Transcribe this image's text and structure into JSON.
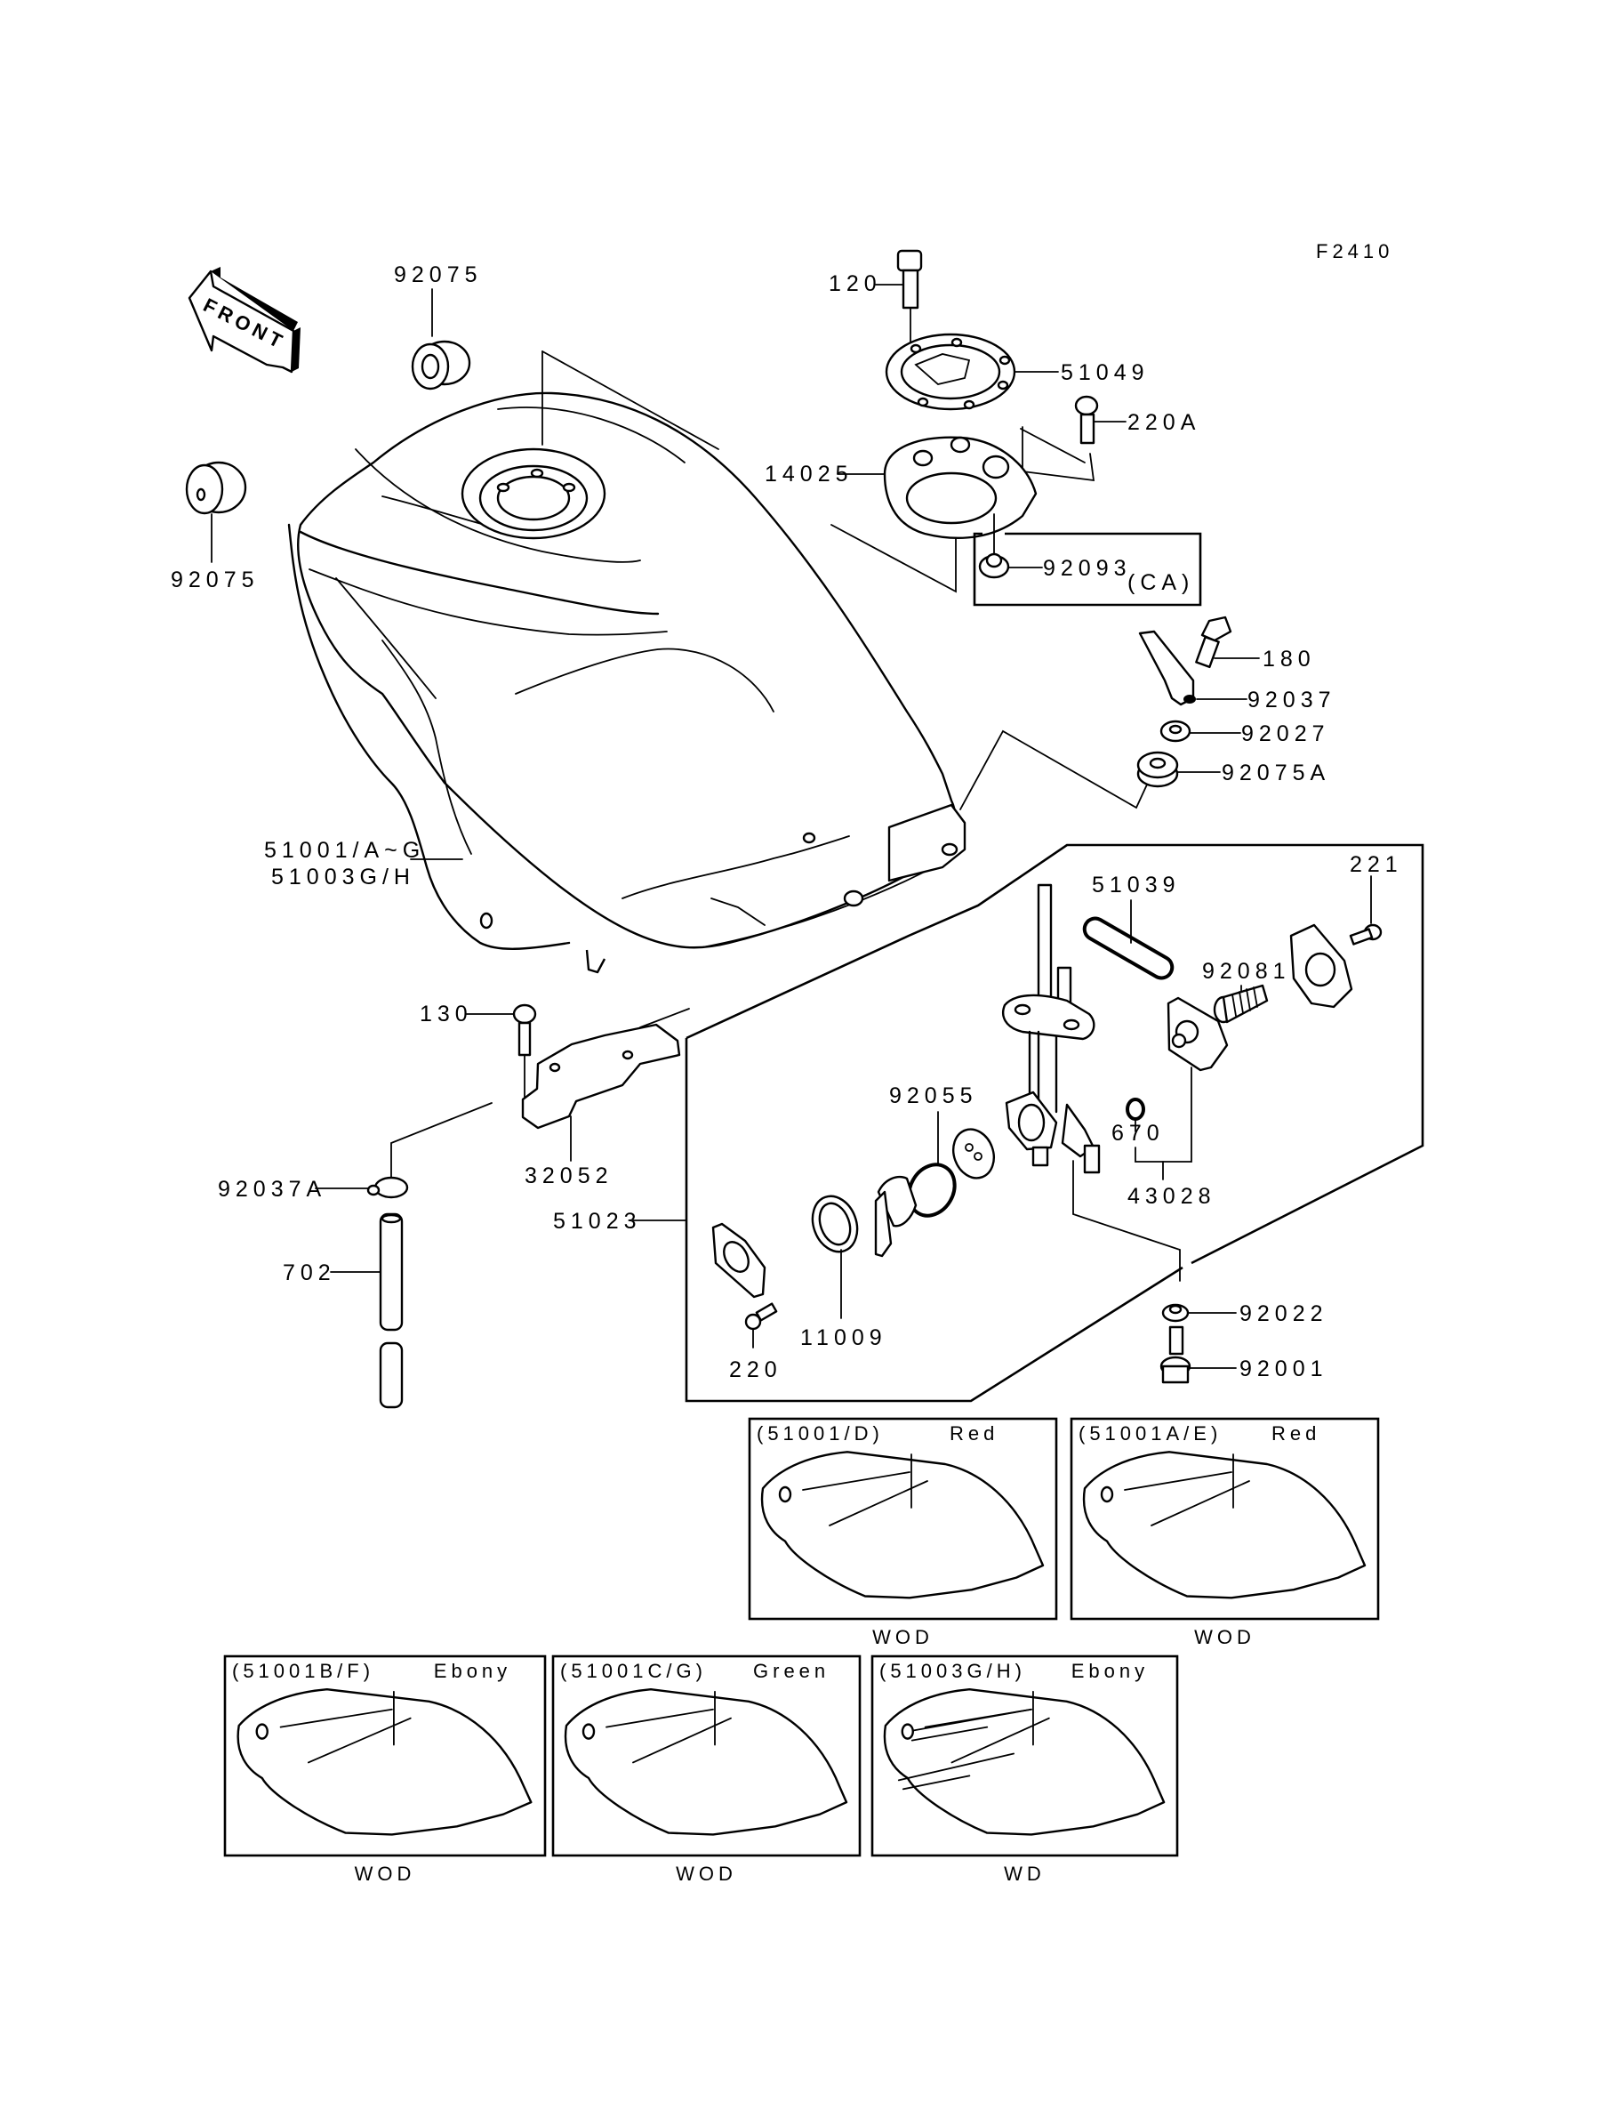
{
  "diagram": {
    "figure_id": "F2410",
    "front_indicator": "FRONT",
    "labels": {
      "p92075_top": "92075",
      "p92075_left": "92075",
      "p120": "120",
      "p51049": "51049",
      "p220A": "220A",
      "p14025": "14025",
      "p92093": "92093",
      "ca_note": "(CA)",
      "p180": "180",
      "p92037": "92037",
      "p92027": "92027",
      "p92075A": "92075A",
      "p51001": "51001/A~G",
      "p51003": "51003G/H",
      "p221": "221",
      "p51039": "51039",
      "p92081": "92081",
      "p130": "130",
      "p32052": "32052",
      "p92055": "92055",
      "p670": "670",
      "p43028": "43028",
      "p92037A": "92037A",
      "p51023": "51023",
      "p702": "702",
      "p11009": "11009",
      "p220": "220",
      "p92022": "92022",
      "p92001": "92001"
    },
    "variants": [
      {
        "code": "(51001/D)",
        "color": "Red",
        "footer": "WOD"
      },
      {
        "code": "(51001A/E)",
        "color": "Red",
        "footer": "WOD"
      },
      {
        "code": "(51001B/F)",
        "color": "Ebony",
        "footer": "WOD"
      },
      {
        "code": "(51001C/G)",
        "color": "Green",
        "footer": "WOD"
      },
      {
        "code": "(51003G/H)",
        "color": "Ebony",
        "footer": "WD"
      }
    ]
  }
}
